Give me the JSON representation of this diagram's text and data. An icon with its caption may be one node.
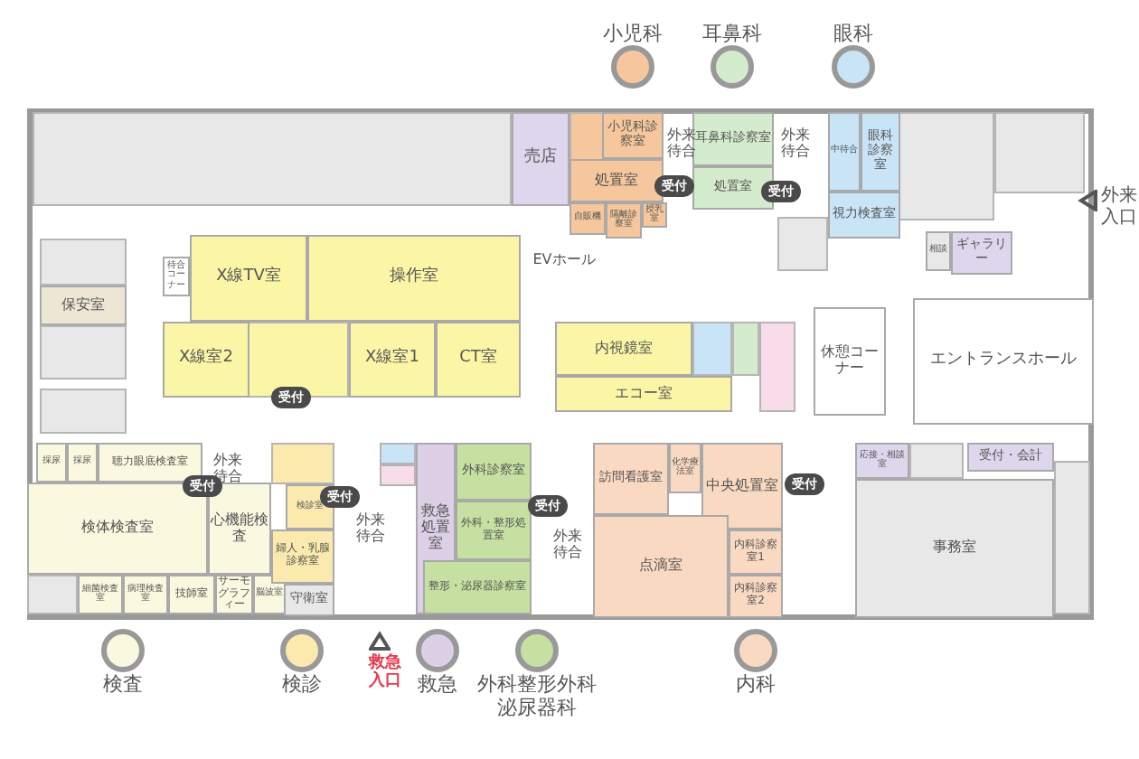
{
  "diagram": {
    "nodes": [
      {
        "text": [
          "売店"
        ]
      },
      {
        "text": [
          "小児科診察室"
        ]
      },
      {
        "text": [
          "処置室"
        ]
      },
      {
        "text": [
          "自販機"
        ]
      },
      {
        "text": [
          "隔離診察室"
        ]
      },
      {
        "text": [
          "授乳室"
        ]
      },
      {
        "text": [
          "耳鼻科診察室"
        ]
      },
      {
        "text": [
          "処置室"
        ]
      },
      {
        "text": [
          "中待合"
        ]
      },
      {
        "text": [
          "眼科診察室"
        ]
      },
      {
        "text": [
          "視力検査室"
        ]
      },
      {
        "text": [
          "相談"
        ]
      },
      {
        "text": [
          "ギャラリー"
        ]
      },
      {
        "text": [
          "保安室"
        ]
      },
      {
        "text": [
          "待合コーナー"
        ]
      },
      {
        "text": [
          "X線TV室"
        ]
      },
      {
        "text": [
          "操作室"
        ]
      },
      {
        "text": [
          "X線室2"
        ]
      },
      {
        "text": [
          "X線室1"
        ]
      },
      {
        "text": [
          "CT室"
        ]
      },
      {
        "text": [
          "内視鏡室"
        ]
      },
      {
        "text": [
          "エコー室"
        ]
      },
      {
        "text": [
          "休憩コーナー"
        ]
      },
      {
        "text": [
          "エントランスホール"
        ]
      },
      {
        "text": [
          "採尿"
        ]
      },
      {
        "text": [
          "採尿"
        ]
      },
      {
        "text": [
          "聴力眼底検査室"
        ]
      },
      {
        "text": [
          "検体検査室"
        ]
      },
      {
        "text": [
          "心機能検査"
        ]
      },
      {
        "text": [
          "細菌検査室"
        ]
      },
      {
        "text": [
          "病理検査室"
        ]
      },
      {
        "text": [
          "技師室"
        ]
      },
      {
        "text": [
          "サーモグラフィー"
        ]
      },
      {
        "text": [
          "脳波室"
        ]
      },
      {
        "text": [
          "検診室"
        ]
      },
      {
        "text": [
          "婦人・乳腺診察室"
        ]
      },
      {
        "text": [
          "守衛室"
        ]
      },
      {
        "text": [
          "救急処置室"
        ]
      },
      {
        "text": [
          "外科診察室"
        ]
      },
      {
        "text": [
          "外科・整形処置室"
        ]
      },
      {
        "text": [
          "整形・泌尿器診察室"
        ]
      },
      {
        "text": [
          "訪問看護室"
        ]
      },
      {
        "text": [
          "化学療法室"
        ]
      },
      {
        "text": [
          "中央処置室"
        ]
      },
      {
        "text": [
          "点滴室"
        ]
      },
      {
        "text": [
          "内科診察室1"
        ]
      },
      {
        "text": [
          "内科診察室2"
        ]
      },
      {
        "text": [
          "応接・相談室"
        ]
      },
      {
        "text": [
          "受付・会計"
        ]
      },
      {
        "text": [
          "事務室"
        ]
      }
    ],
    "labels": [
      "外来待合",
      "受付",
      "外来待合",
      "受付",
      "外来入口",
      "EVホール",
      "受付",
      "外来待合",
      "受付",
      "受付",
      "外来待合",
      "受付",
      "外来待合",
      "受付",
      "救急入口"
    ],
    "legend": [
      {
        "text": "小児科",
        "color": "#f6c79c"
      },
      {
        "text": "耳鼻科",
        "color": "#d5ebcd"
      },
      {
        "text": "眼科",
        "color": "#c8e4f6"
      },
      {
        "text": "検査",
        "color": "#fbf8e0"
      },
      {
        "text": "検診",
        "color": "#fbe9ae"
      },
      {
        "text": "救急",
        "color": "#ddd0e6"
      },
      {
        "text": "外科整形外科泌尿器科",
        "color": "#c5e0a0"
      },
      {
        "text": "内科",
        "color": "#fad9c2"
      }
    ]
  }
}
